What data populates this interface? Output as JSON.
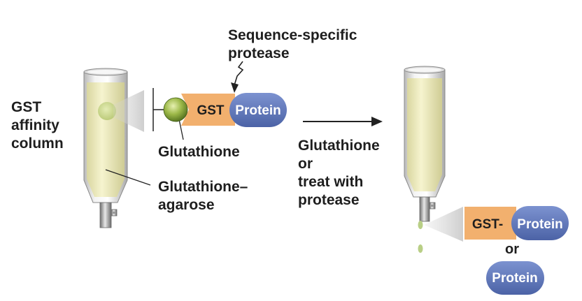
{
  "labels": {
    "gst_column": [
      "GST",
      "affinity",
      "column"
    ],
    "protease": [
      "Sequence-specific",
      "protease"
    ],
    "glutathione": "Glutathione",
    "agarose": [
      "Glutathione–",
      "agarose"
    ],
    "elution": [
      "Glutathione",
      "or",
      "treat with",
      "protease"
    ],
    "or": "or"
  },
  "tags": {
    "gst": "GST",
    "protein": "Protein",
    "gst_fused": "GST-",
    "protein_fused": "Protein",
    "protein_alone": "Protein"
  },
  "colors": {
    "gst_tag": "#f2b06e",
    "protein": "#5a73b8",
    "bead": "#8aa83a",
    "column_fill": "#efeec0",
    "drop": "#b9cf86",
    "text": "#1e1e1e"
  }
}
